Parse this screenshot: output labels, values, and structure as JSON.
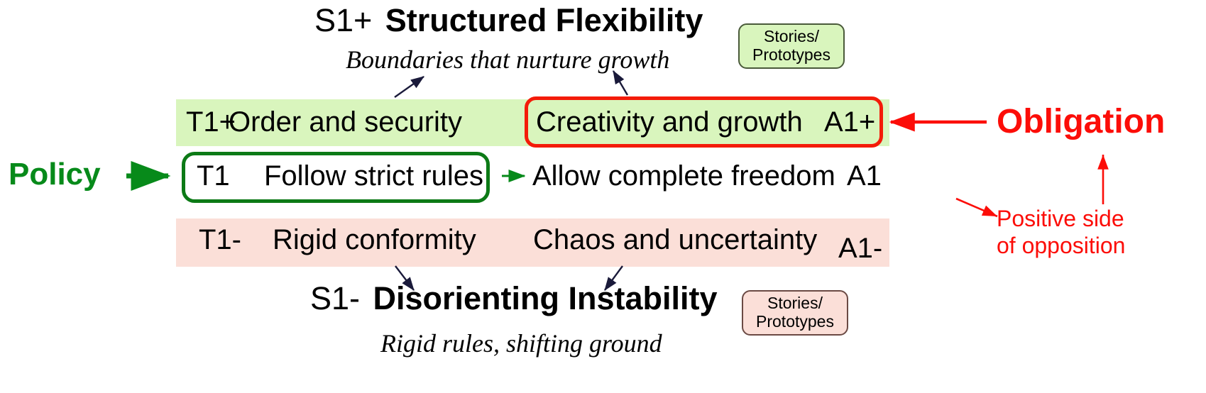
{
  "diagram": {
    "top": {
      "code": "S1+",
      "title": "Structured Flexibility",
      "subtitle": "Boundaries that nurture growth",
      "badge_line1": "Stories/",
      "badge_line2": "Prototypes"
    },
    "bottom": {
      "code": "S1-",
      "title": "Disorienting Instability",
      "subtitle": "Rigid rules, shifting ground",
      "badge_line1": "Stories/",
      "badge_line2": "Prototypes"
    },
    "rows": {
      "positive": {
        "left_code": "T1+",
        "left_label": "Order and security",
        "right_label": "Creativity and growth",
        "right_code": "A1+"
      },
      "neutral": {
        "left_code": "T1",
        "left_label": "Follow strict rules",
        "right_label": "Allow complete freedom",
        "right_code": "A1"
      },
      "negative": {
        "left_code": "T1-",
        "left_label": "Rigid conformity",
        "right_label": "Chaos and uncertainty",
        "right_code": "A1-"
      }
    },
    "annotations": {
      "policy": "Policy",
      "obligation": "Obligation",
      "positive_side_line1": "Positive side",
      "positive_side_line2": "of opposition"
    },
    "colors": {
      "band_green": "#d9f5bd",
      "band_pink": "#fbdfd8",
      "red_accent": "#fc0d08",
      "green_accent": "#078a1a",
      "green_box_border": "#0c7a16",
      "text": "#000000"
    }
  }
}
